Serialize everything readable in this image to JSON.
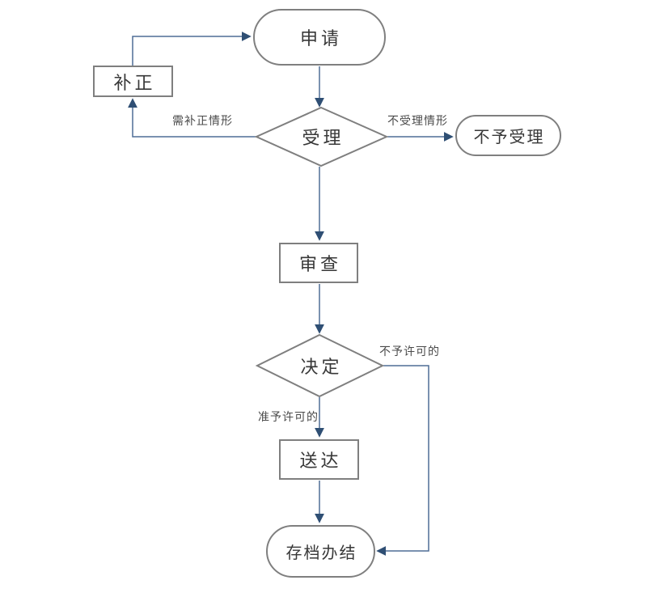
{
  "diagram": {
    "nodes": [
      {
        "id": "shenqing",
        "label": "申请",
        "shape": "stadium"
      },
      {
        "id": "buzheng",
        "label": "补正",
        "shape": "rect"
      },
      {
        "id": "shouli",
        "label": "受理",
        "shape": "diamond"
      },
      {
        "id": "buyushouli",
        "label": "不予受理",
        "shape": "stadium"
      },
      {
        "id": "shencha",
        "label": "审查",
        "shape": "rect"
      },
      {
        "id": "jueding",
        "label": "决定",
        "shape": "diamond"
      },
      {
        "id": "songda",
        "label": "送达",
        "shape": "rect"
      },
      {
        "id": "cundangbanjie",
        "label": "存档办结",
        "shape": "stadium"
      }
    ],
    "edge_labels": [
      {
        "id": "need-correction",
        "text": "需补正情形"
      },
      {
        "id": "not-accepted",
        "text": "不受理情形"
      },
      {
        "id": "not-permitted",
        "text": "不予许可的"
      },
      {
        "id": "permitted",
        "text": "准予许可的"
      }
    ],
    "colors": {
      "background": "#ffffff",
      "node_fill": "#ffffff",
      "node_border": "#7f7f7f",
      "node_text": "#383838",
      "connector": "#4f6d96",
      "arrowhead": "#2f4f74",
      "label_text": "#4a4a4a"
    }
  }
}
